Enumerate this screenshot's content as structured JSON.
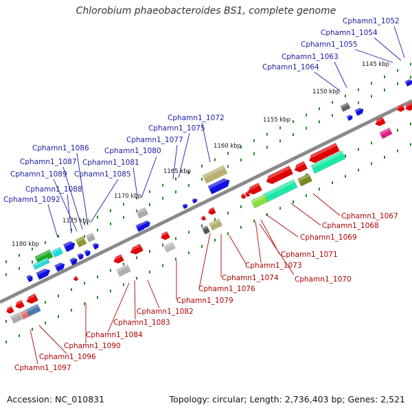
{
  "title": "Chlorobium phaeobacteroides BS1, complete genome",
  "footer": {
    "accession": "Accession: NC_010831",
    "summary": "Topology: circular; Length: 2,736,403 bp; Genes: 2,521"
  },
  "scale_labels": [
    "1145 kbp",
    "1150 kbp",
    "1155 kbp",
    "1160 kbp",
    "1165 kbp",
    "1170 kbp",
    "1175 kbp",
    "1180 kbp"
  ],
  "genes_upper": [
    "Cphamn1_1052",
    "Cphamn1_1054",
    "Cphamn1_1055",
    "Cphamn1_1063",
    "Cphamn1_1064",
    "Cphamn1_1072",
    "Cphamn1_1075",
    "Cphamn1_1077",
    "Cphamn1_1080",
    "Cphamn1_1081",
    "Cphamn1_1085",
    "Cphamn1_1086",
    "Cphamn1_1087",
    "Cphamn1_1089",
    "Cphamn1_1088",
    "Cphamn1_1092"
  ],
  "genes_lower": [
    "Cphamn1_1067",
    "Cphamn1_1068",
    "Cphamn1_1069",
    "Cphamn1_1071",
    "Cphamn1_1073",
    "Cphamn1_1070",
    "Cphamn1_1074",
    "Cphamn1_1076",
    "Cphamn1_1079",
    "Cphamn1_1082",
    "Cphamn1_1083",
    "Cphamn1_1084",
    "Cphamn1_1090",
    "Cphamn1_1096",
    "Cphamn1_1097"
  ],
  "colors": {
    "forward_strand": "#1010e0",
    "reverse_strand": "#e00000",
    "tick": "#1a8a1a",
    "backbone": "#8a8a8a",
    "label_upper": "#1a1aa8",
    "label_lower": "#b00000"
  },
  "icons": {
    "forward_gene": "arrow-right-block",
    "reverse_gene": "arrow-left-block"
  }
}
